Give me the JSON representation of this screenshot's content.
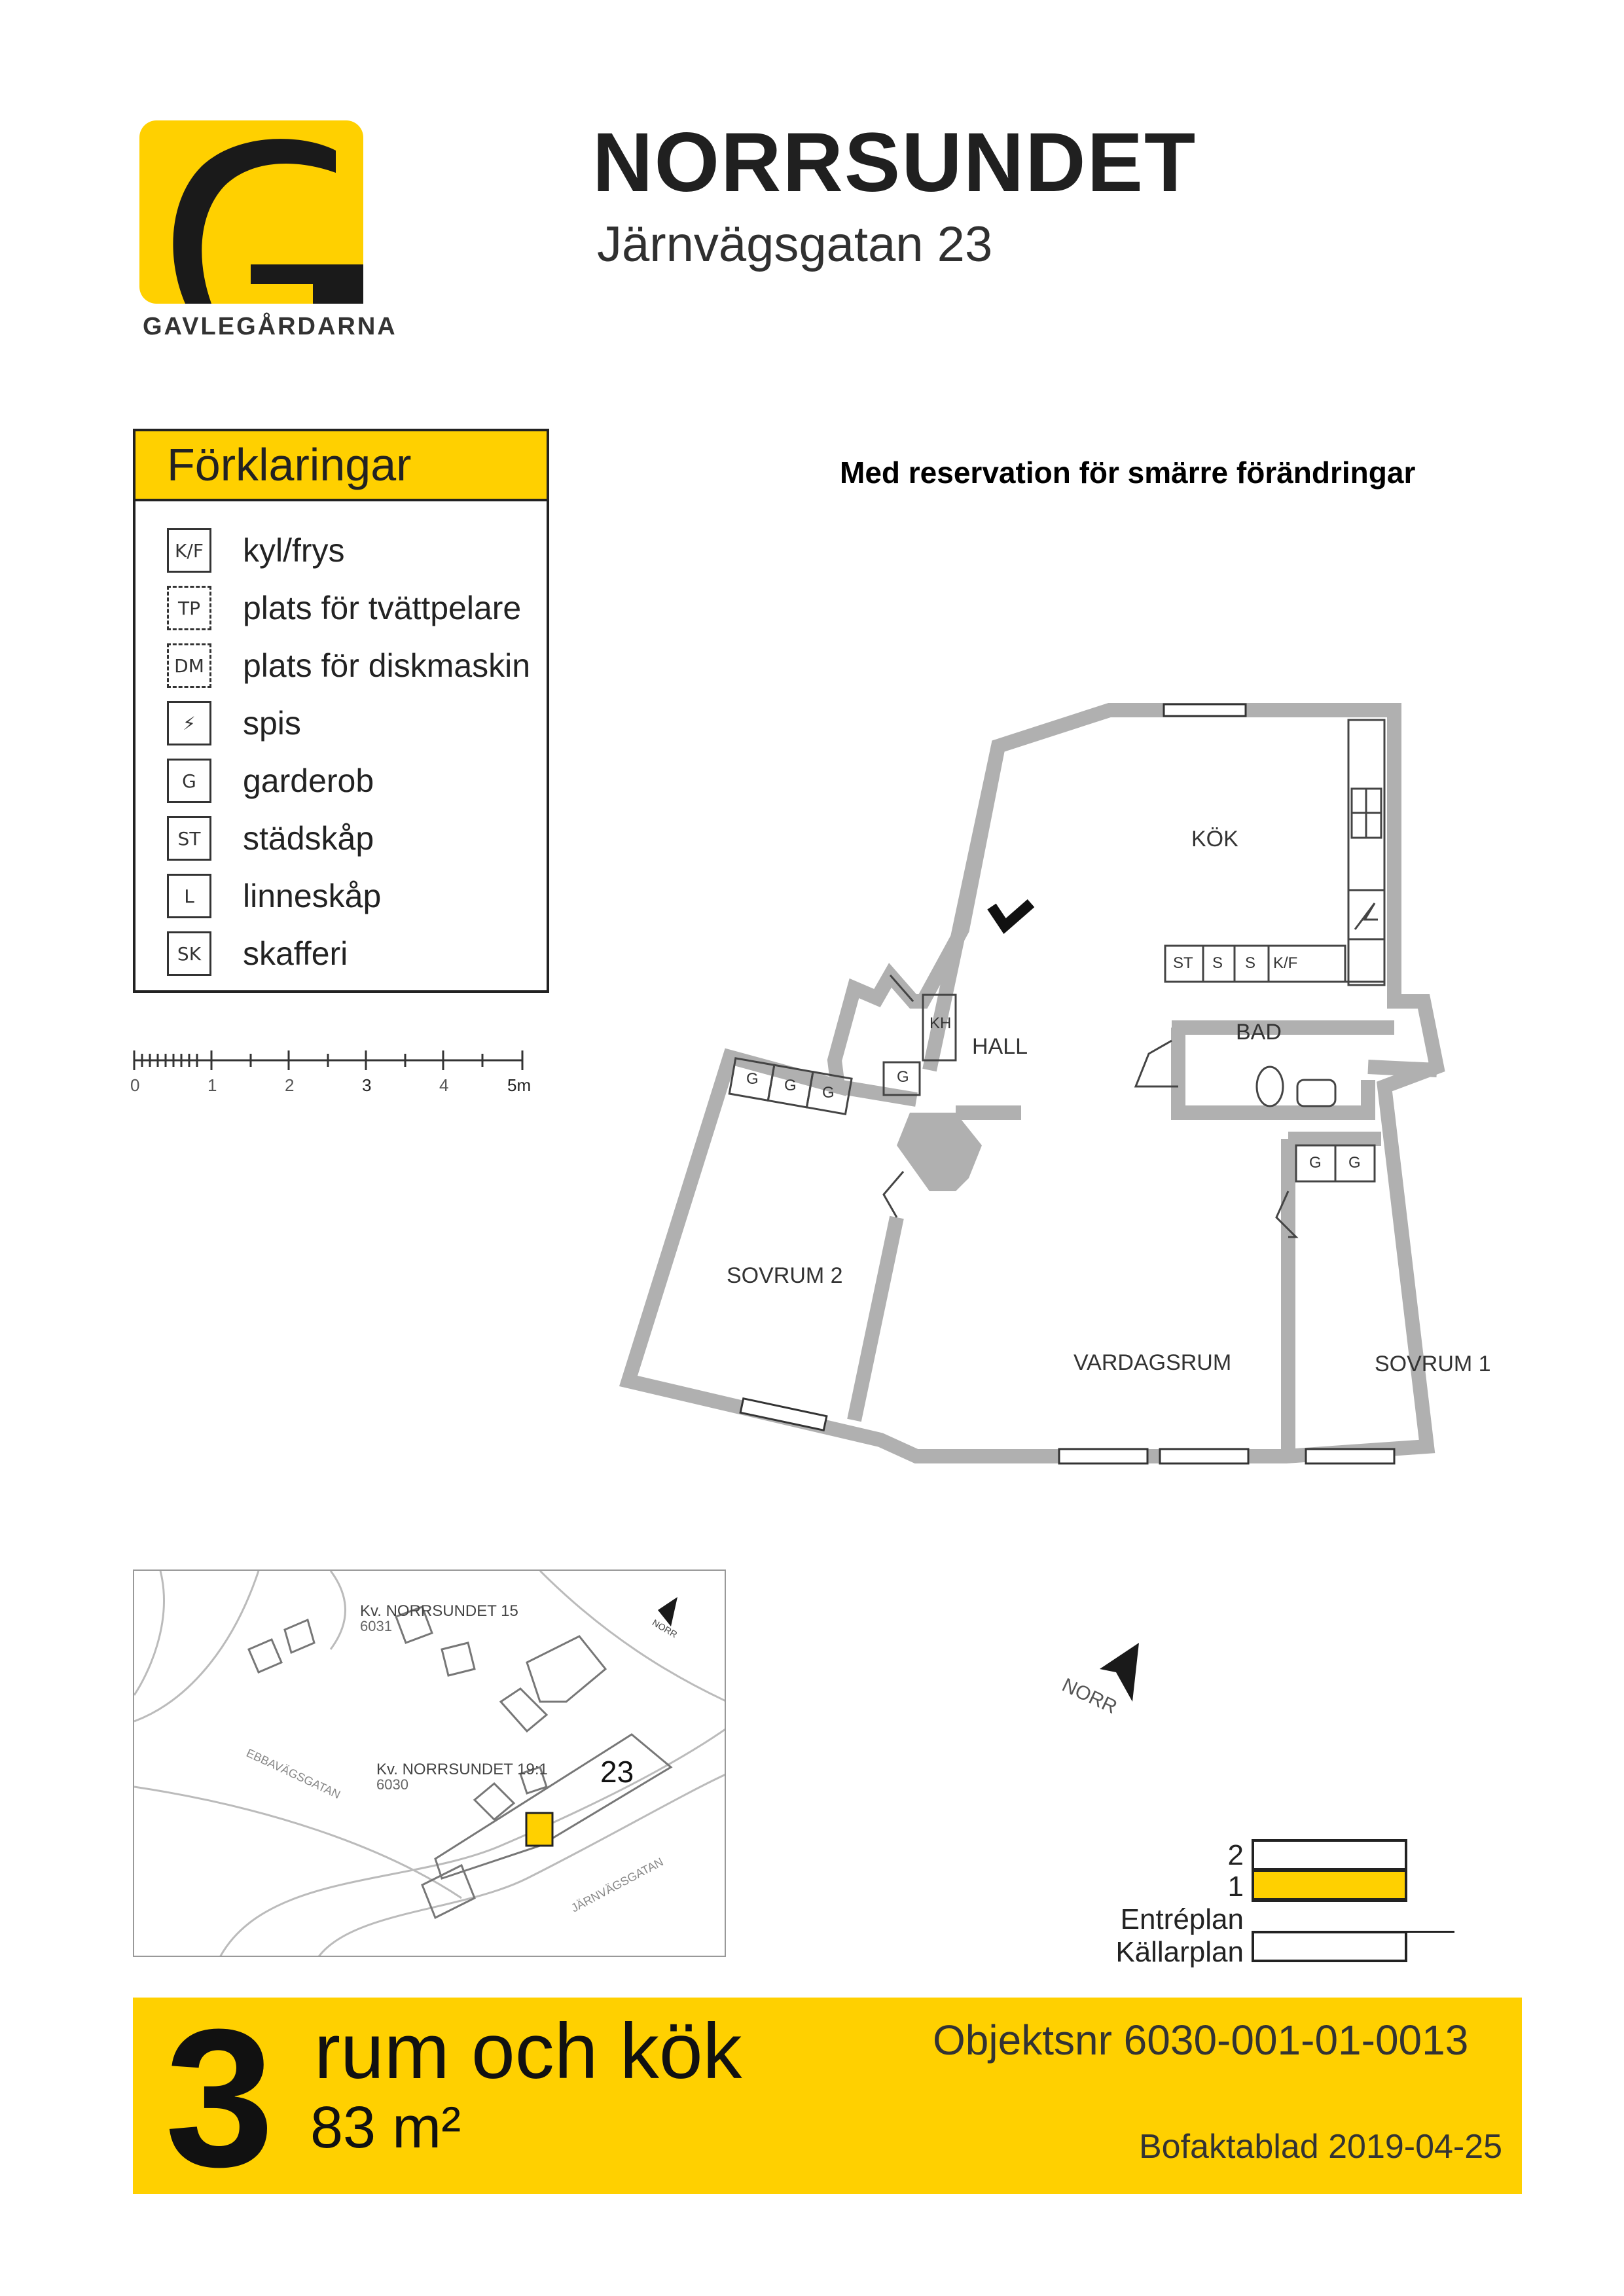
{
  "header": {
    "logo_text": "GAVLEGÅRDARNA",
    "title": "NORRSUNDET",
    "address": "Järnvägsgatan 23",
    "reservation": "Med reservation för smärre förändringar"
  },
  "legend": {
    "title": "Förklaringar",
    "items": [
      {
        "symbol": "K/F",
        "label": "kyl/frys",
        "dashed": false
      },
      {
        "symbol": "TP",
        "label": "plats för tvättpelare",
        "dashed": true
      },
      {
        "symbol": "DM",
        "label": "plats för diskmaskin",
        "dashed": true
      },
      {
        "symbol": "⚡",
        "label": "spis",
        "dashed": false
      },
      {
        "symbol": "G",
        "label": "garderob",
        "dashed": false
      },
      {
        "symbol": "ST",
        "label": "städskåp",
        "dashed": false
      },
      {
        "symbol": "L",
        "label": "linneskåp",
        "dashed": false
      },
      {
        "symbol": "SK",
        "label": "skafferi",
        "dashed": false
      }
    ]
  },
  "scale": {
    "ticks": [
      "0",
      "1",
      "2",
      "3",
      "4",
      "5m"
    ]
  },
  "floorplan": {
    "rooms": {
      "kok": "KÖK",
      "bad": "BAD",
      "hall": "HALL",
      "sovrum2": "SOVRUM 2",
      "vardagsrum": "VARDAGSRUM",
      "sovrum1": "SOVRUM 1"
    },
    "fixtures": {
      "kh": "KH",
      "g": "G",
      "st": "ST",
      "s": "S",
      "kf": "K/F"
    },
    "north_label": "NORR"
  },
  "site_map": {
    "block1": "Kv. NORRSUNDET 15",
    "block1_no": "6031",
    "block2": "Kv. NORRSUNDET 19:1",
    "block2_no": "6030",
    "house_number": "23",
    "street1": "JÄRNVÄGSGATAN",
    "street2": "EBBAVÄGSGATAN",
    "north_label": "NORR"
  },
  "floors": {
    "labels": [
      "2",
      "1",
      "Entréplan",
      "Källarplan"
    ],
    "highlighted": "1"
  },
  "footer": {
    "rooms_count": "3",
    "rooms_text": "rum och kök",
    "area": "83 m²",
    "object_number": "Objektsnr 6030-001-01-0013",
    "fact_sheet": "Bofaktablad 2019-04-25"
  },
  "colors": {
    "accent": "#FFD000",
    "wall": "#B0B0B0",
    "ink": "#222222"
  }
}
